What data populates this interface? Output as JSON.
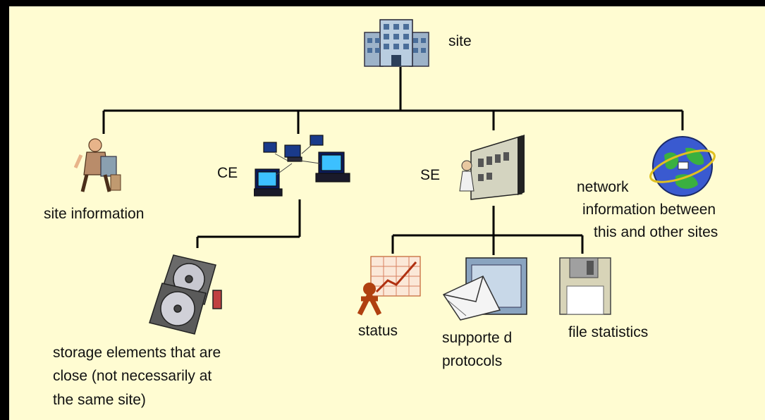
{
  "nodes": {
    "site": {
      "label": "site",
      "icon": "building-icon"
    },
    "site_information": {
      "label": "site information",
      "icon": "worker-icon"
    },
    "ce": {
      "label": "CE",
      "icon": "computers-network-icon"
    },
    "se": {
      "label": "SE",
      "icon": "storage-equipment-icon"
    },
    "network": {
      "label_line1": "network",
      "label_line2": "information between",
      "label_line3": "this and other sites",
      "icon": "globe-icon"
    },
    "storage_close": {
      "label_line1": "storage elements that are",
      "label_line2": "close (not necessarily at",
      "label_line3": "the same site)",
      "icon": "disks-icon"
    },
    "status": {
      "label": "status",
      "icon": "status-chart-icon"
    },
    "protocols": {
      "label_line1": "supporte d",
      "label_line2": "protocols",
      "icon": "envelope-protocols-icon"
    },
    "file_statistics": {
      "label": "file statistics",
      "icon": "floppy-disk-icon"
    }
  },
  "colors": {
    "background": "#fffcd2",
    "frame": "#000000",
    "connector": "#000000"
  }
}
